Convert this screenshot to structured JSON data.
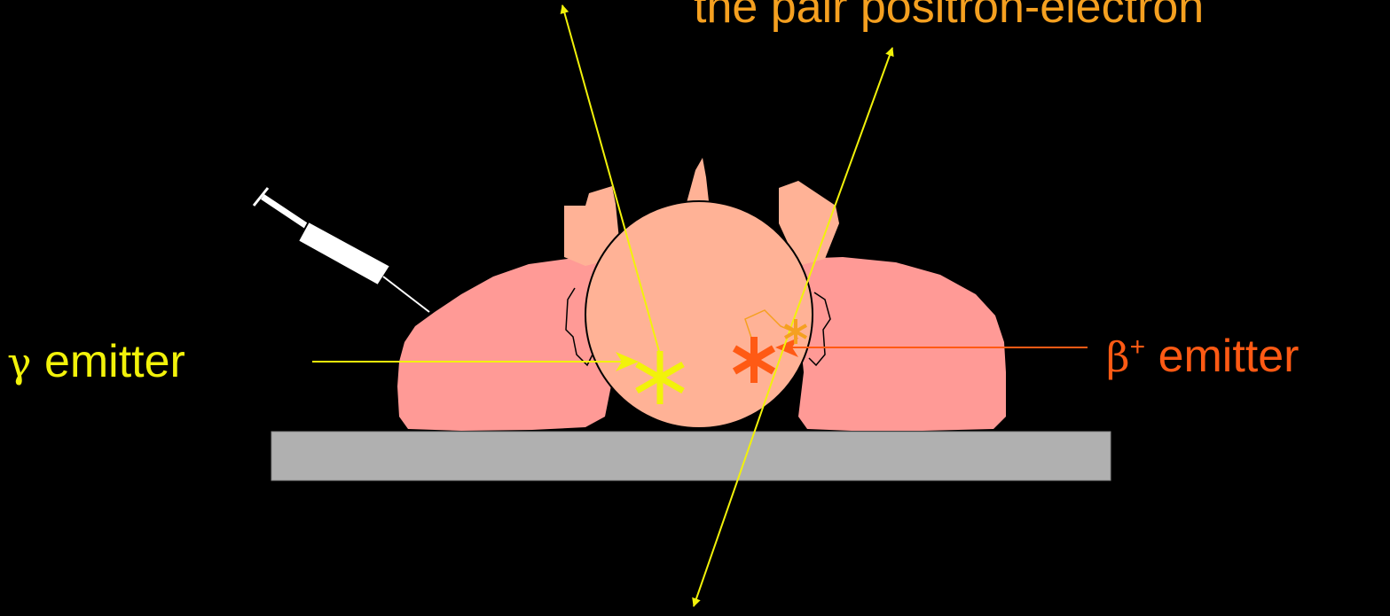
{
  "labels": {
    "pair_label": "the pair positron-electron",
    "gamma_symbol": "γ",
    "gamma_text": " emitter",
    "beta_symbol": "β",
    "beta_sup": "+",
    "beta_text": " emitter"
  },
  "colors": {
    "background": "#000000",
    "gamma": "#f2f20a",
    "beta": "#ff5a14",
    "annihilation": "#f5a020",
    "body": "#ff9a96",
    "head": "#ffb296",
    "bed": "#b0b0b0",
    "syringe": "#ffffff"
  },
  "icons": {
    "syringe": "syringe-icon",
    "gamma_source": "asterisk-icon",
    "beta_source": "asterisk-icon",
    "annihilation_point": "asterisk-icon"
  }
}
